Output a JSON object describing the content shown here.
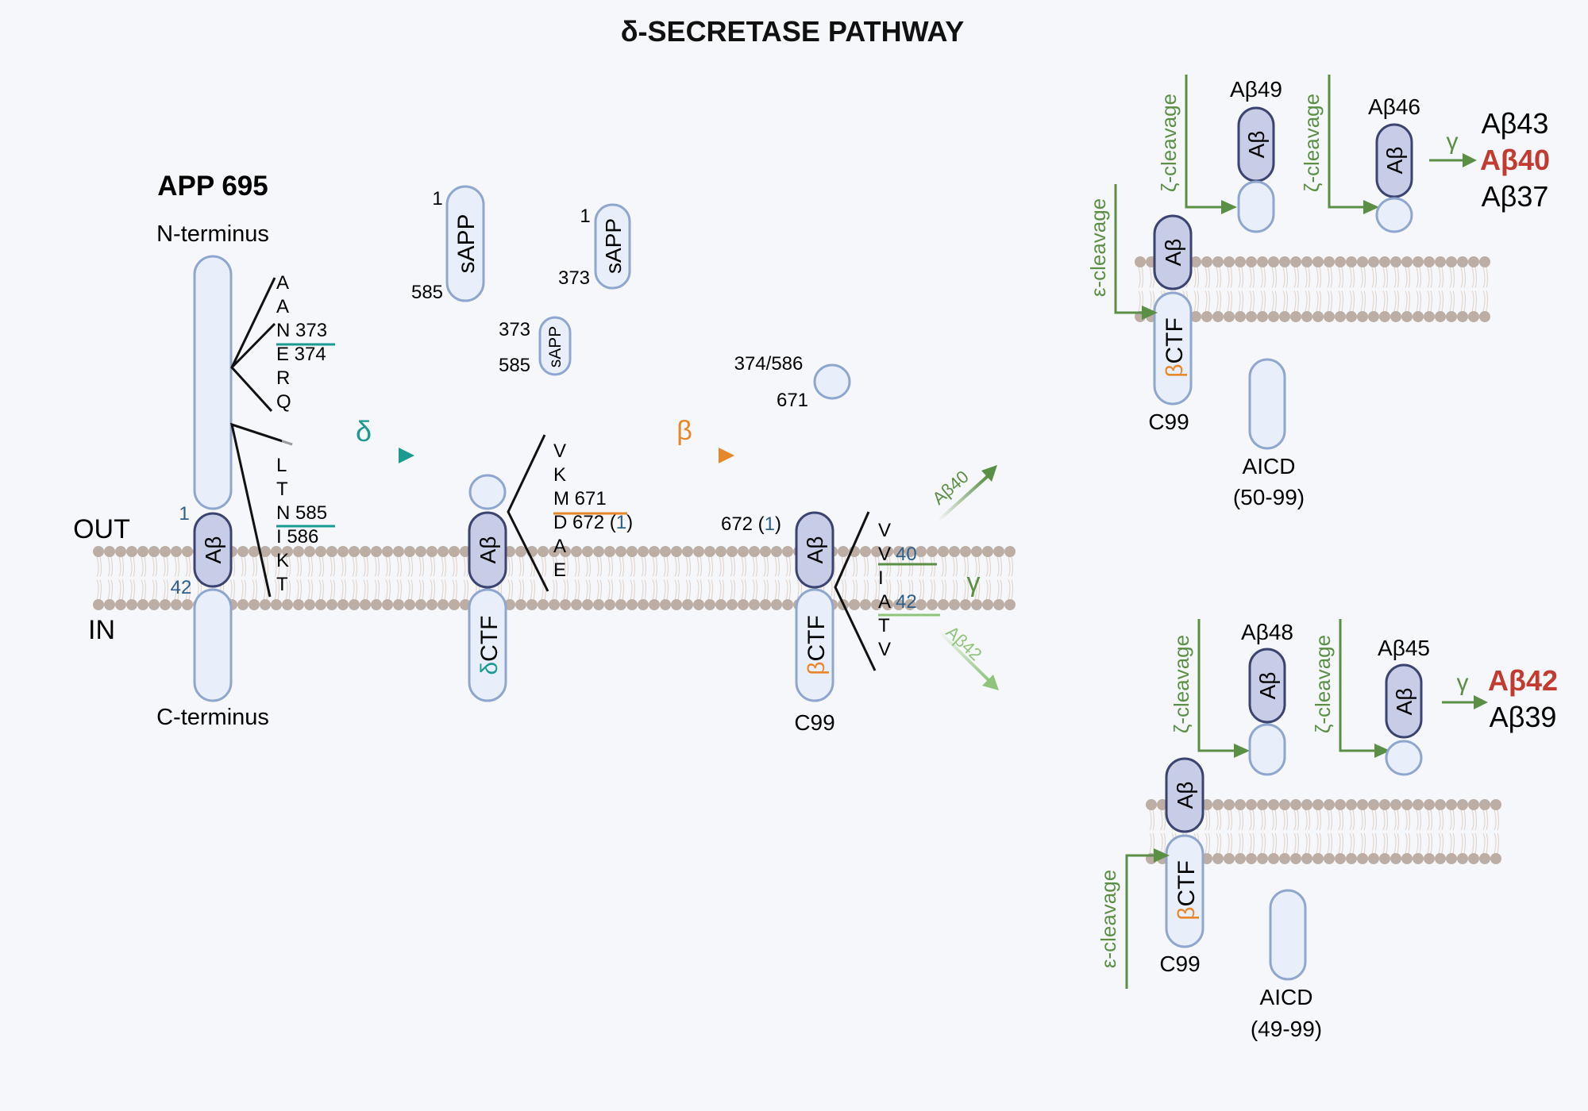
{
  "title": "δ-SECRETASE  PATHWAY",
  "colors": {
    "delta": "#1a9a91",
    "beta": "#e8872a",
    "gamma": "#5a8f45",
    "gamma_light": "#90c47c",
    "highlight_red": "#c23b30",
    "blue_number": "#2e5f8a",
    "segment_fill": "#e8effa",
    "segment_stroke": "#8fa7cf",
    "abeta_fill": "#c7cde6",
    "abeta_stroke": "#3b4470",
    "membrane": "#bcaea4"
  },
  "labels": {
    "app": "APP 695",
    "n_terminus": "N-terminus",
    "c_terminus": "C-terminus",
    "out": "OUT",
    "in": "IN",
    "abeta": "Aβ",
    "sapp": "sAPP",
    "ctf": "CTF",
    "delta_symbol": "δ",
    "beta_symbol": "β",
    "gamma_symbol": "γ",
    "c99": "C99",
    "epsilon_cleavage": "ε-cleavage",
    "zeta_cleavage": "ζ-cleavage",
    "aicd": "AICD"
  },
  "app_numbers": {
    "start": "1",
    "end": "42"
  },
  "delta_seq_1": [
    "A",
    "A",
    "N 373",
    "E 374",
    "R",
    "Q"
  ],
  "delta_seq_2": [
    "L",
    "T",
    "N 585",
    "I 586",
    "K",
    "T"
  ],
  "sapp_fragments": [
    {
      "top": "1",
      "bottom": "585"
    },
    {
      "top": "1",
      "bottom": "373"
    },
    {
      "top": "373",
      "bottom": "585"
    }
  ],
  "beta_seq": [
    "V",
    "K",
    "M 671",
    "D 672 (",
    "A",
    "E"
  ],
  "beta_seq_blue": "1",
  "beta_seq_close": ")",
  "fragment_label": {
    "a": "374/586",
    "b": "671"
  },
  "c99_number": {
    "prefix": "672 (",
    "blue": "1",
    "suffix": ")"
  },
  "gamma_seq": [
    "V",
    "V",
    "I",
    "A",
    "T",
    "V"
  ],
  "gamma_seq_blue": {
    "v": "40",
    "a": "42"
  },
  "gamma_arrows": {
    "top": "Aβ40",
    "bottom": "Aβ42"
  },
  "pathway_top": {
    "peptide_1": "Aβ49",
    "peptide_2": "Aβ46",
    "products": [
      "Aβ43",
      "Aβ40",
      "Aβ37"
    ],
    "aicd_range": "(50-99)"
  },
  "pathway_bottom": {
    "peptide_1": "Aβ48",
    "peptide_2": "Aβ45",
    "products": [
      "Aβ42",
      "Aβ39"
    ],
    "aicd_range": "(49-99)"
  }
}
